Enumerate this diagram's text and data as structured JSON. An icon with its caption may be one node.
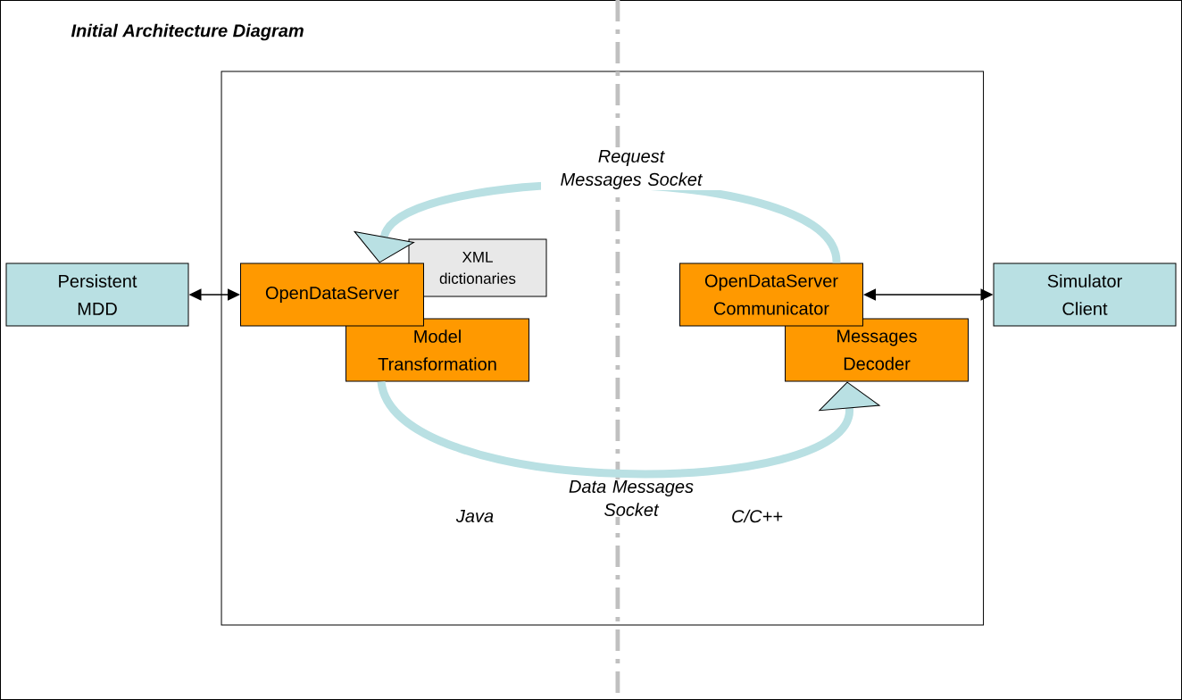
{
  "diagram": {
    "title": "Initial Architecture Diagram",
    "nodes": [
      {
        "text": [],
        "shape": "box"
      },
      {
        "text": [
          "Persistent MDD"
        ]
      },
      {
        "text": [
          "OpenDataServer"
        ],
        "in": 0
      },
      {
        "text": [
          "XML dictionaries"
        ],
        "in": 0
      },
      {
        "text": [
          "Model Transformation"
        ],
        "in": 0
      },
      {
        "text": [
          "OpenDataServer Communicator"
        ],
        "in": 0
      },
      {
        "text": [
          "Messages Decoder"
        ],
        "in": 0
      },
      {
        "text": [
          "Simulator Client"
        ]
      }
    ],
    "edges": [
      {
        "from": 1,
        "to": 2,
        "arrow": "both"
      },
      {
        "from": 5,
        "to": 7,
        "arrow": "both"
      },
      {
        "from": 5,
        "to": 2,
        "arrow": "to",
        "label": "Request Messages Socket",
        "style": "thick",
        "color": "#b9e0e3"
      },
      {
        "from": 4,
        "to": 6,
        "arrow": "to",
        "label": "Data Messages Socket",
        "style": "thick",
        "color": "#b9e0e3"
      }
    ],
    "labels": [
      "Java",
      "C/C++"
    ]
  }
}
